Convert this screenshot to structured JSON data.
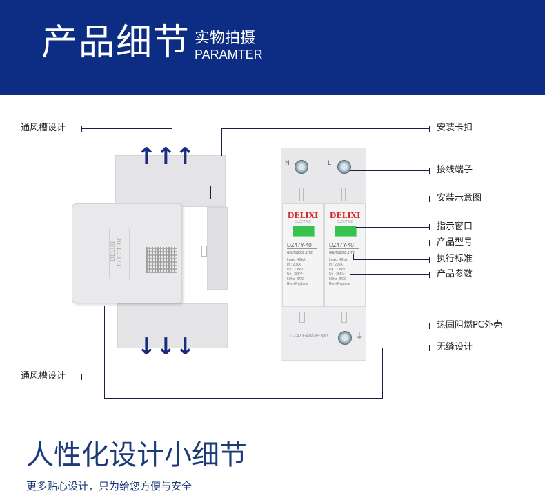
{
  "header": {
    "title": "产品细节",
    "subtitle": "实物拍摄",
    "subtitle_en": "PARAMTER",
    "bg_color": "#0c2d83"
  },
  "side_view": {
    "logo_text": "DELIXI ELECTRIC",
    "labels": {
      "vent_top": "通风槽设计",
      "vent_bottom": "通风槽设计"
    },
    "arrow_up_icon": "↑",
    "arrow_down_icon": "↓"
  },
  "front_view": {
    "terminal_n": "N",
    "terminal_l": "L",
    "poles": [
      {
        "brand": "DELIXI",
        "brand_sub": "ELECTRIC",
        "model": "DZ47Y-40",
        "standard": "GB/T18802.1  T2",
        "params": "Imax : 40kA\nIn : 20kA\nUp : 1.8kV\nUc : 385V~\n50Hz  IP20\nRed+Replace"
      },
      {
        "brand": "DELIXI",
        "brand_sub": "ELECTRIC",
        "model": "DZ47Y-40",
        "standard": "GB/T18802.1  T2",
        "params": "Imax : 40kA\nIn : 20kA\nUp : 1.8kV\nUc : 385V~\n50Hz  IP20\nRed+Replace"
      }
    ],
    "footer_model": "DZ47Y-40/2P-385",
    "ground_symbol": "⏚",
    "indicator_color": "#38c24e",
    "brand_color": "#d12a2a"
  },
  "callouts": {
    "mount_clip": "安装卡扣",
    "terminal": "接线端子",
    "mount_diagram": "安装示意图",
    "indicator_window": "指示窗口",
    "model": "产品型号",
    "standard": "执行标准",
    "parameters": "产品参数",
    "housing": "热固阻燃PC外壳",
    "seamless": "无缝设计"
  },
  "tagline": {
    "title": "人性化设计小细节",
    "subtitle": "更多贴心设计，只为给您方便与安全",
    "color": "#1d3a78"
  }
}
